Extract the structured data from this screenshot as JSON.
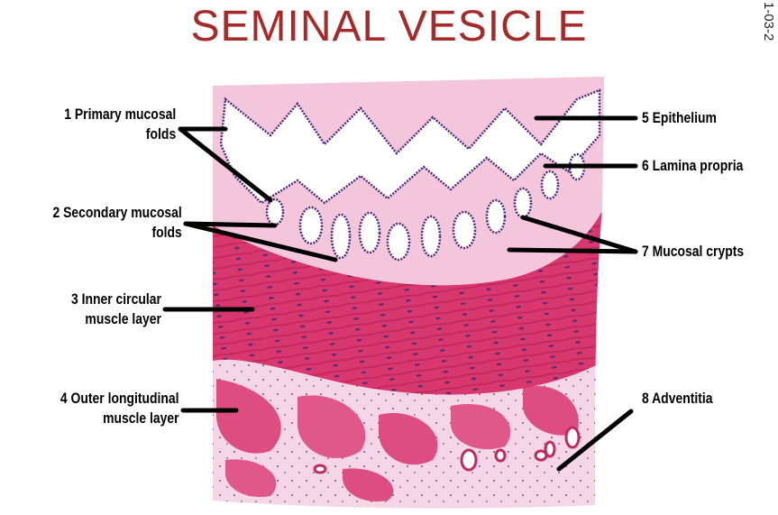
{
  "title": "SEMINAL VESICLE",
  "slide_code": "1-03-2",
  "labels": {
    "primary_folds": [
      "1 Primary mucosal",
      "folds"
    ],
    "secondary_folds": [
      "2 Secondary mucosal",
      "folds"
    ],
    "inner_muscle": [
      "3 Inner circular",
      "muscle layer"
    ],
    "outer_muscle": [
      "4 Outer longitudinal",
      "muscle layer"
    ],
    "epithelium": "5 Epithelium",
    "lamina_propria": "6 Lamina propria",
    "mucosal_crypts": "7 Mucosal crypts",
    "adventitia": "8 Adventitia"
  },
  "colors": {
    "title": "#a52a2a",
    "epithelium": "#4a2a7a",
    "lamina_propria": "#f3c6dc",
    "muscle": "#d9386f",
    "adventitia": "#f5d6e6",
    "leader_line": "#000000"
  }
}
